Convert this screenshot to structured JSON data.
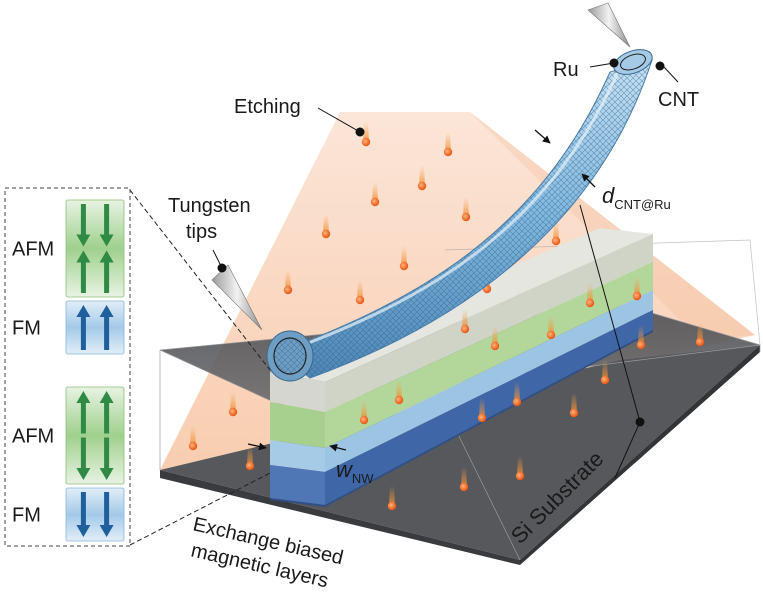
{
  "labels": {
    "etching": "Etching",
    "tungsten_tips_line1": "Tungsten",
    "tungsten_tips_line2": "tips",
    "ru": "Ru",
    "cnt": "CNT",
    "d_main": "d",
    "d_sub": "CNT@Ru",
    "w_main": "w",
    "w_sub": "NW",
    "si_substrate": "Si Substrate",
    "exchange_line1": "Exchange biased",
    "exchange_line2": "magnetic layers"
  },
  "inset": {
    "stack_top": [
      {
        "label": "AFM",
        "kind": "afm",
        "arrows": "down-up"
      },
      {
        "label": "FM",
        "kind": "fm",
        "arrows": "up"
      }
    ],
    "stack_bottom": [
      {
        "label": "AFM",
        "kind": "afm",
        "arrows": "up-down"
      },
      {
        "label": "FM",
        "kind": "fm",
        "arrows": "down"
      }
    ]
  },
  "colors": {
    "afm_green": "#5fae6a",
    "afm_arrow": "#2f8a45",
    "fm_blue": "#7fb2dc",
    "fm_arrow": "#1e5f9c",
    "substrate": "#595a5e",
    "beam": "#f6c9a8",
    "particle": "#f06a1c",
    "tube": "#7fb9e0"
  }
}
